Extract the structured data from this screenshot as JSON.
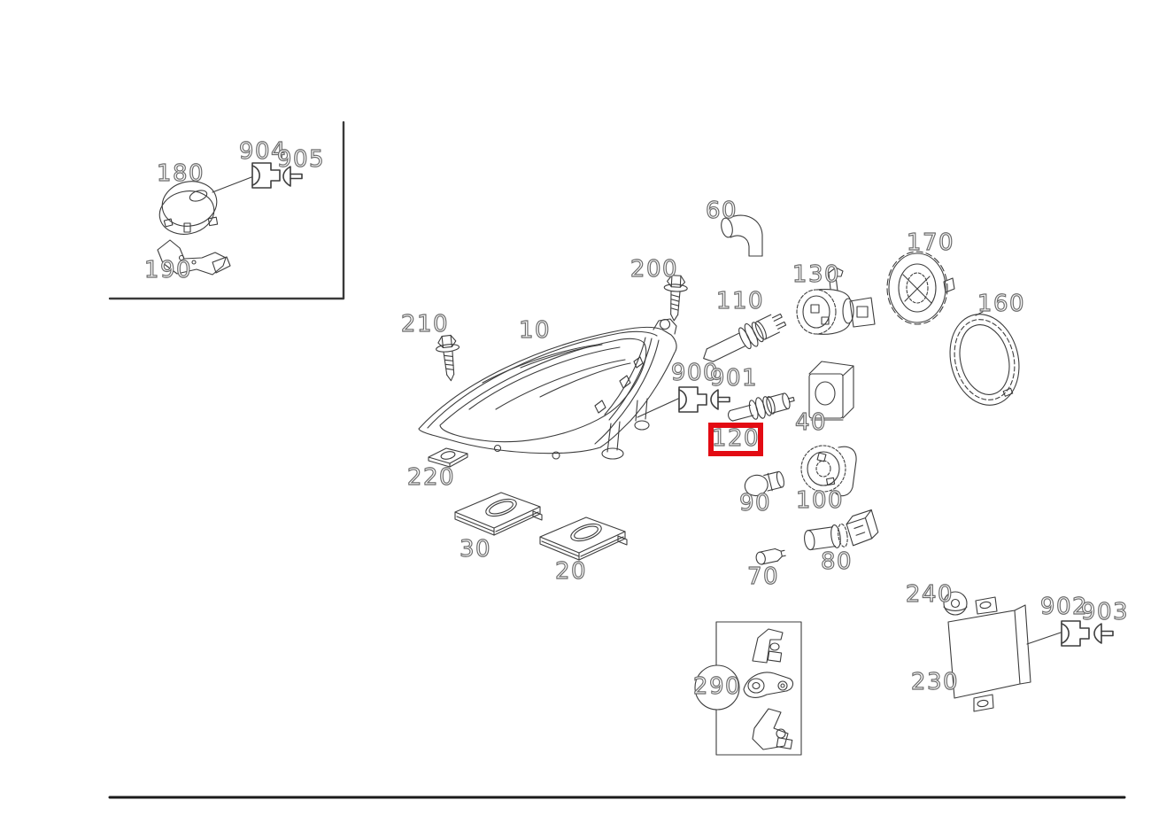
{
  "diagram": {
    "title": "headlamp-parts-diagram",
    "highlighted_part": "120",
    "highlight_color": "#e30b13",
    "line_color": "#3d3d3d",
    "background_color": "#ffffff",
    "inset": {
      "parts": [
        "180",
        "190",
        "904",
        "905"
      ]
    },
    "parts": {
      "10": {
        "label": "10"
      },
      "20": {
        "label": "20"
      },
      "30": {
        "label": "30"
      },
      "40": {
        "label": "40"
      },
      "60": {
        "label": "60"
      },
      "70": {
        "label": "70"
      },
      "80": {
        "label": "80"
      },
      "90": {
        "label": "90"
      },
      "100": {
        "label": "100"
      },
      "110": {
        "label": "110"
      },
      "120": {
        "label": "120"
      },
      "130": {
        "label": "130"
      },
      "160": {
        "label": "160"
      },
      "170": {
        "label": "170"
      },
      "180": {
        "label": "180"
      },
      "190": {
        "label": "190"
      },
      "200": {
        "label": "200"
      },
      "210": {
        "label": "210"
      },
      "220": {
        "label": "220"
      },
      "230": {
        "label": "230"
      },
      "240": {
        "label": "240"
      },
      "290": {
        "label": "290"
      },
      "900": {
        "label": "900"
      },
      "901": {
        "label": "901"
      },
      "902": {
        "label": "902"
      },
      "903": {
        "label": "903"
      },
      "904": {
        "label": "904"
      },
      "905": {
        "label": "905"
      }
    }
  }
}
